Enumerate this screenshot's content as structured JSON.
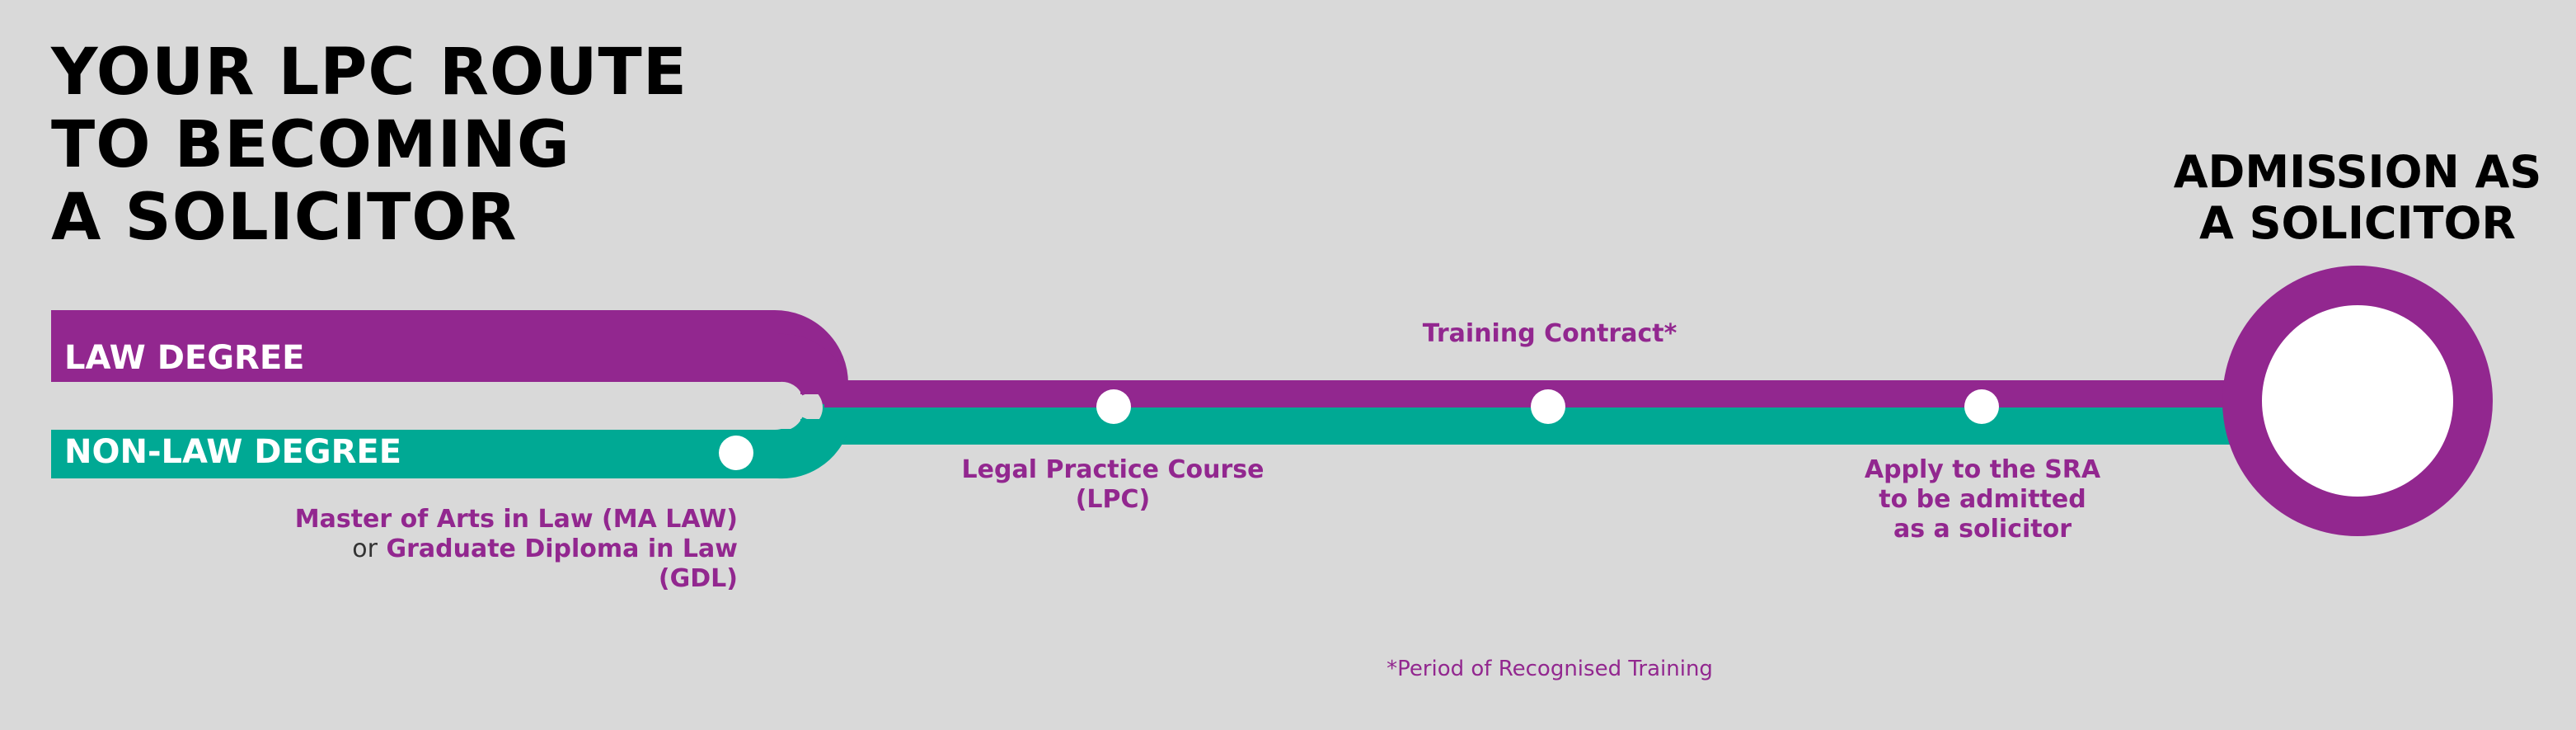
{
  "title": [
    "YOUR LPC ROUTE",
    "TO BECOMING",
    "A SOLICITOR"
  ],
  "end_title": [
    "ADMISSION AS",
    "A SOLICITOR"
  ],
  "routes": {
    "law": "LAW DEGREE",
    "non_law": "NON-LAW DEGREE"
  },
  "stops": {
    "conversion": {
      "line1": "Master of Arts in Law (MA LAW)",
      "line2_prefix": "or",
      "line2": "Graduate Diploma in Law (GDL)"
    },
    "lpc": [
      "Legal Practice Course",
      "(LPC)"
    ],
    "training": "Training Contract*",
    "sra": [
      "Apply to the SRA",
      "to be admitted",
      "as a solicitor"
    ]
  },
  "footnote": "*Period of Recognised Training",
  "colors": {
    "purple": "#92278f",
    "teal": "#00a994",
    "background": "#d9d9d9",
    "station": "#ffffff"
  }
}
